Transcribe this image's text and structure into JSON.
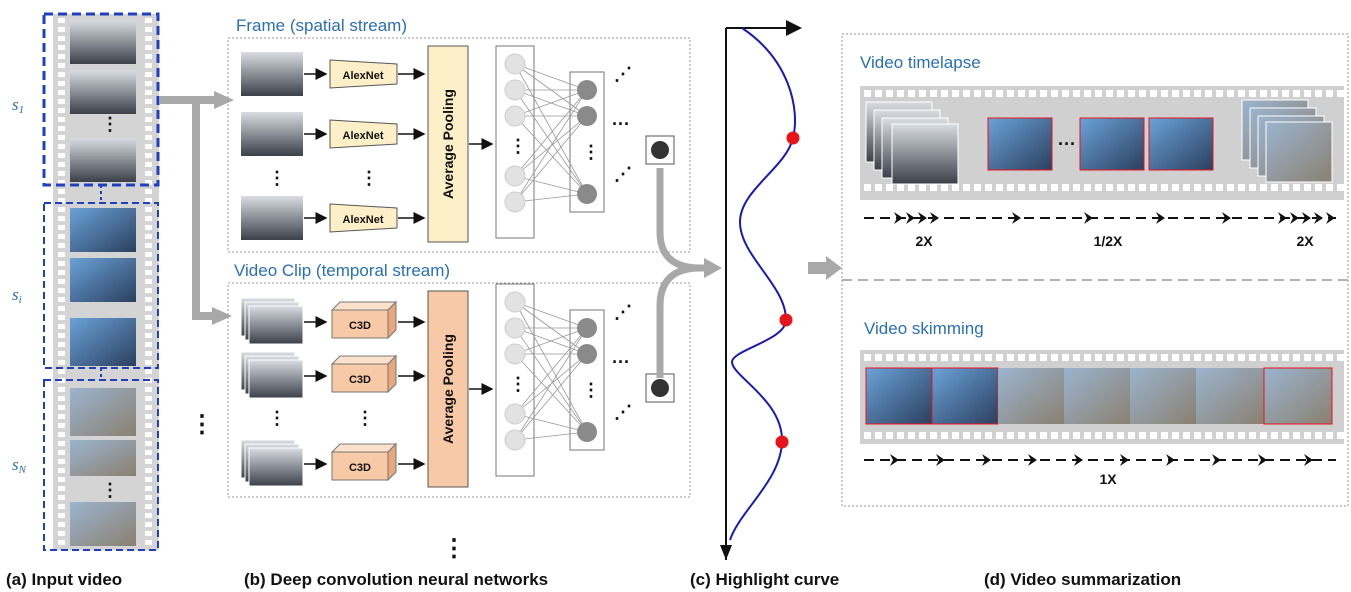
{
  "captions": {
    "a": "(a) Input video",
    "b": "(b) Deep convolution neural networks",
    "c": "(c) Highlight curve",
    "d": "(d) Video summarization"
  },
  "segments": {
    "s1": {
      "base": "s",
      "sub": "1"
    },
    "si": {
      "base": "s",
      "sub": "i"
    },
    "sn": {
      "base": "s",
      "sub": "N"
    }
  },
  "streams": {
    "spatial": {
      "title": "Frame (spatial stream)",
      "model_label": "AlexNet",
      "pooling_label": "Average Pooling"
    },
    "temporal": {
      "title": "Video Clip (temporal stream)",
      "model_label": "C3D",
      "pooling_label": "Average Pooling"
    }
  },
  "summarization": {
    "timelapse": {
      "title": "Video timelapse",
      "speeds": [
        "2X",
        "1/2X",
        "2X"
      ]
    },
    "skimming": {
      "title": "Video skimming",
      "speeds": [
        "1X"
      ]
    }
  },
  "highlight_curve": {
    "marker_color": "#e8141c",
    "curve_color": "#1a1ab0",
    "highlight_count": 3
  },
  "colors": {
    "segment_border": "#1f3fbf",
    "alexnet_fill": "#fdf0c8",
    "c3d_fill": "#f7c9a6",
    "pool_alexnet_fill": "#fdf0c8",
    "pool_c3d_fill": "#f7c9a6",
    "arrow_gray": "#a8a8a8"
  }
}
